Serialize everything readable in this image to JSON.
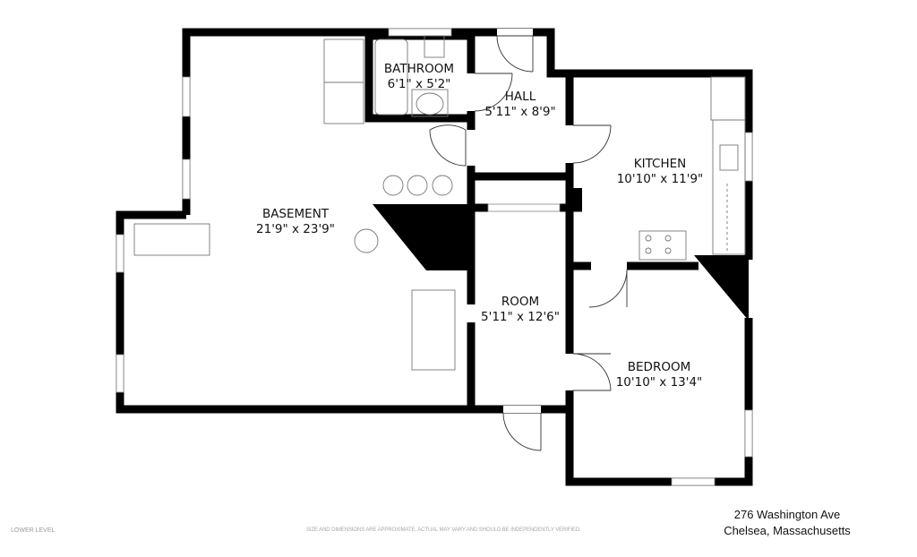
{
  "rooms": [
    {
      "name": "BASEMENT",
      "dims": "21'9\" x 23'9\""
    },
    {
      "name": "BATHROOM",
      "dims": "6'1\" x 5'2\""
    },
    {
      "name": "HALL",
      "dims": "5'11\" x 8'9\""
    },
    {
      "name": "KITCHEN",
      "dims": "10'10\" x 11'9\""
    },
    {
      "name": "ROOM",
      "dims": "5'11\" x 12'6\""
    },
    {
      "name": "BEDROOM",
      "dims": "10'10\" x 13'4\""
    }
  ],
  "footer": {
    "level": "LOWER LEVEL",
    "disclaimer": "SIZE AND DIMENSIONS ARE APPROXIMATE, ACTUAL MAY VARY AND SHOULD BE INDEPENDENTLY VERIFIED.",
    "address_line1": "276 Washington Ave",
    "address_line2": "Chelsea, Massachusetts"
  },
  "colors": {
    "wall": "#000000",
    "fixture": "#777777"
  }
}
